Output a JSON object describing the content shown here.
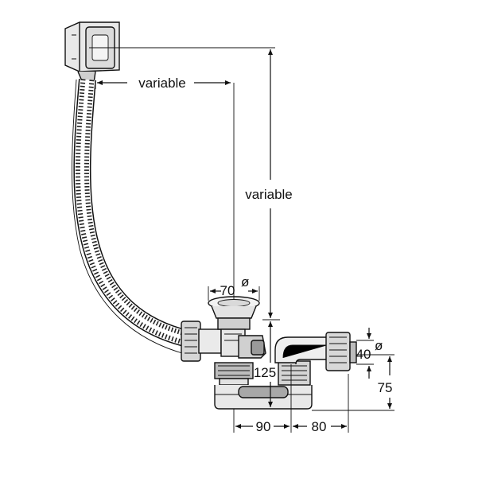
{
  "labels": {
    "horizontal_variable": "variable",
    "vertical_variable": "variable",
    "plug_diameter": "70",
    "outlet_diameter": "40",
    "diameter_symbol": "ø",
    "height_125": "125",
    "height_75": "75",
    "width_90": "90",
    "width_80": "80"
  },
  "colors": {
    "line": "#111111",
    "fill_light": "#eeeeee",
    "fill_mid": "#c8c8c8",
    "fill_dark": "#8a8a8a"
  }
}
